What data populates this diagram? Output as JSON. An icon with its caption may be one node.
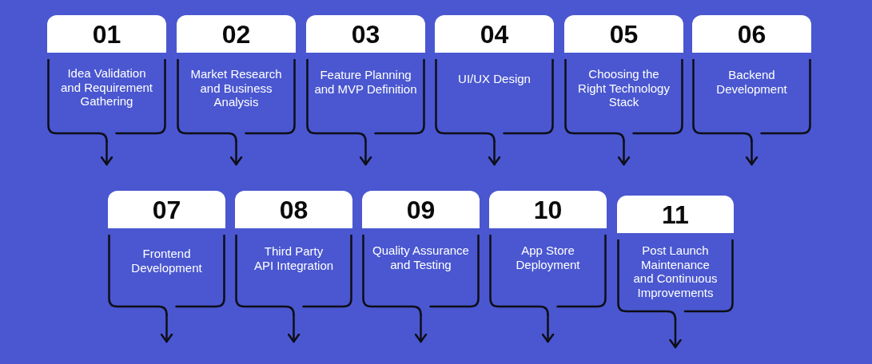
{
  "diagram": {
    "nodes": [
      {
        "text": [
          "01",
          "Idea Validation and Requirement Gathering"
        ]
      },
      {
        "text": [
          "02",
          "Market Research and Business Analysis"
        ]
      },
      {
        "text": [
          "03",
          "Feature Planning and MVP Definition"
        ]
      },
      {
        "text": [
          "04",
          "UI/UX Design"
        ]
      },
      {
        "text": [
          "05",
          "Choosing the Right Technology Stack"
        ]
      },
      {
        "text": [
          "06",
          "Backend Development"
        ]
      },
      {
        "text": [
          "07",
          "Frontend Development"
        ]
      },
      {
        "text": [
          "08",
          "Third Party API Integration"
        ]
      },
      {
        "text": [
          "09",
          "Quality Assurance and Testing"
        ]
      },
      {
        "text": [
          "10",
          "App Store Deployment"
        ]
      },
      {
        "text": [
          "11",
          "Post Launch Maintenance and Continuous Improvements"
        ]
      }
    ],
    "edges": [
      {
        "from": 0,
        "to": null,
        "arrow": "to"
      },
      {
        "from": 1,
        "to": null,
        "arrow": "to"
      },
      {
        "from": 2,
        "to": null,
        "arrow": "to"
      },
      {
        "from": 3,
        "to": null,
        "arrow": "to"
      },
      {
        "from": 4,
        "to": null,
        "arrow": "to"
      },
      {
        "from": 5,
        "to": null,
        "arrow": "to"
      },
      {
        "from": 6,
        "to": null,
        "arrow": "to"
      },
      {
        "from": 7,
        "to": null,
        "arrow": "to"
      },
      {
        "from": 8,
        "to": null,
        "arrow": "to"
      },
      {
        "from": 9,
        "to": null,
        "arrow": "to"
      },
      {
        "from": 10,
        "to": null,
        "arrow": "to"
      }
    ]
  }
}
